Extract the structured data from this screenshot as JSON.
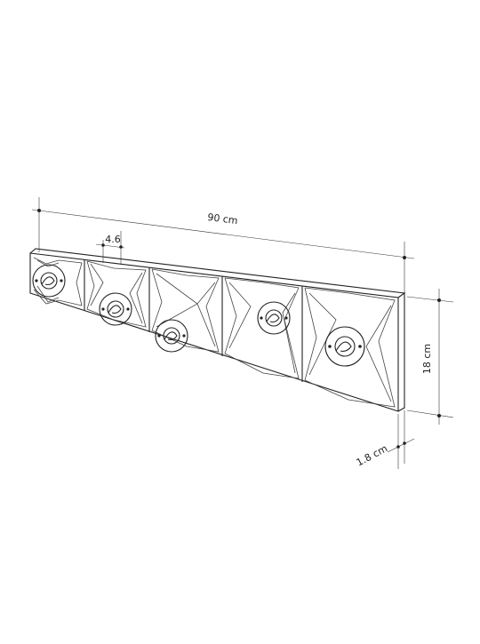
{
  "dimensions": {
    "width_label": "90 cm",
    "height_label": "18 cm",
    "depth_label": "1.8 cm",
    "hook_offset_label": "4.6"
  },
  "product": {
    "hook_count": 5,
    "line_color": "#222222",
    "background": "#ffffff"
  }
}
